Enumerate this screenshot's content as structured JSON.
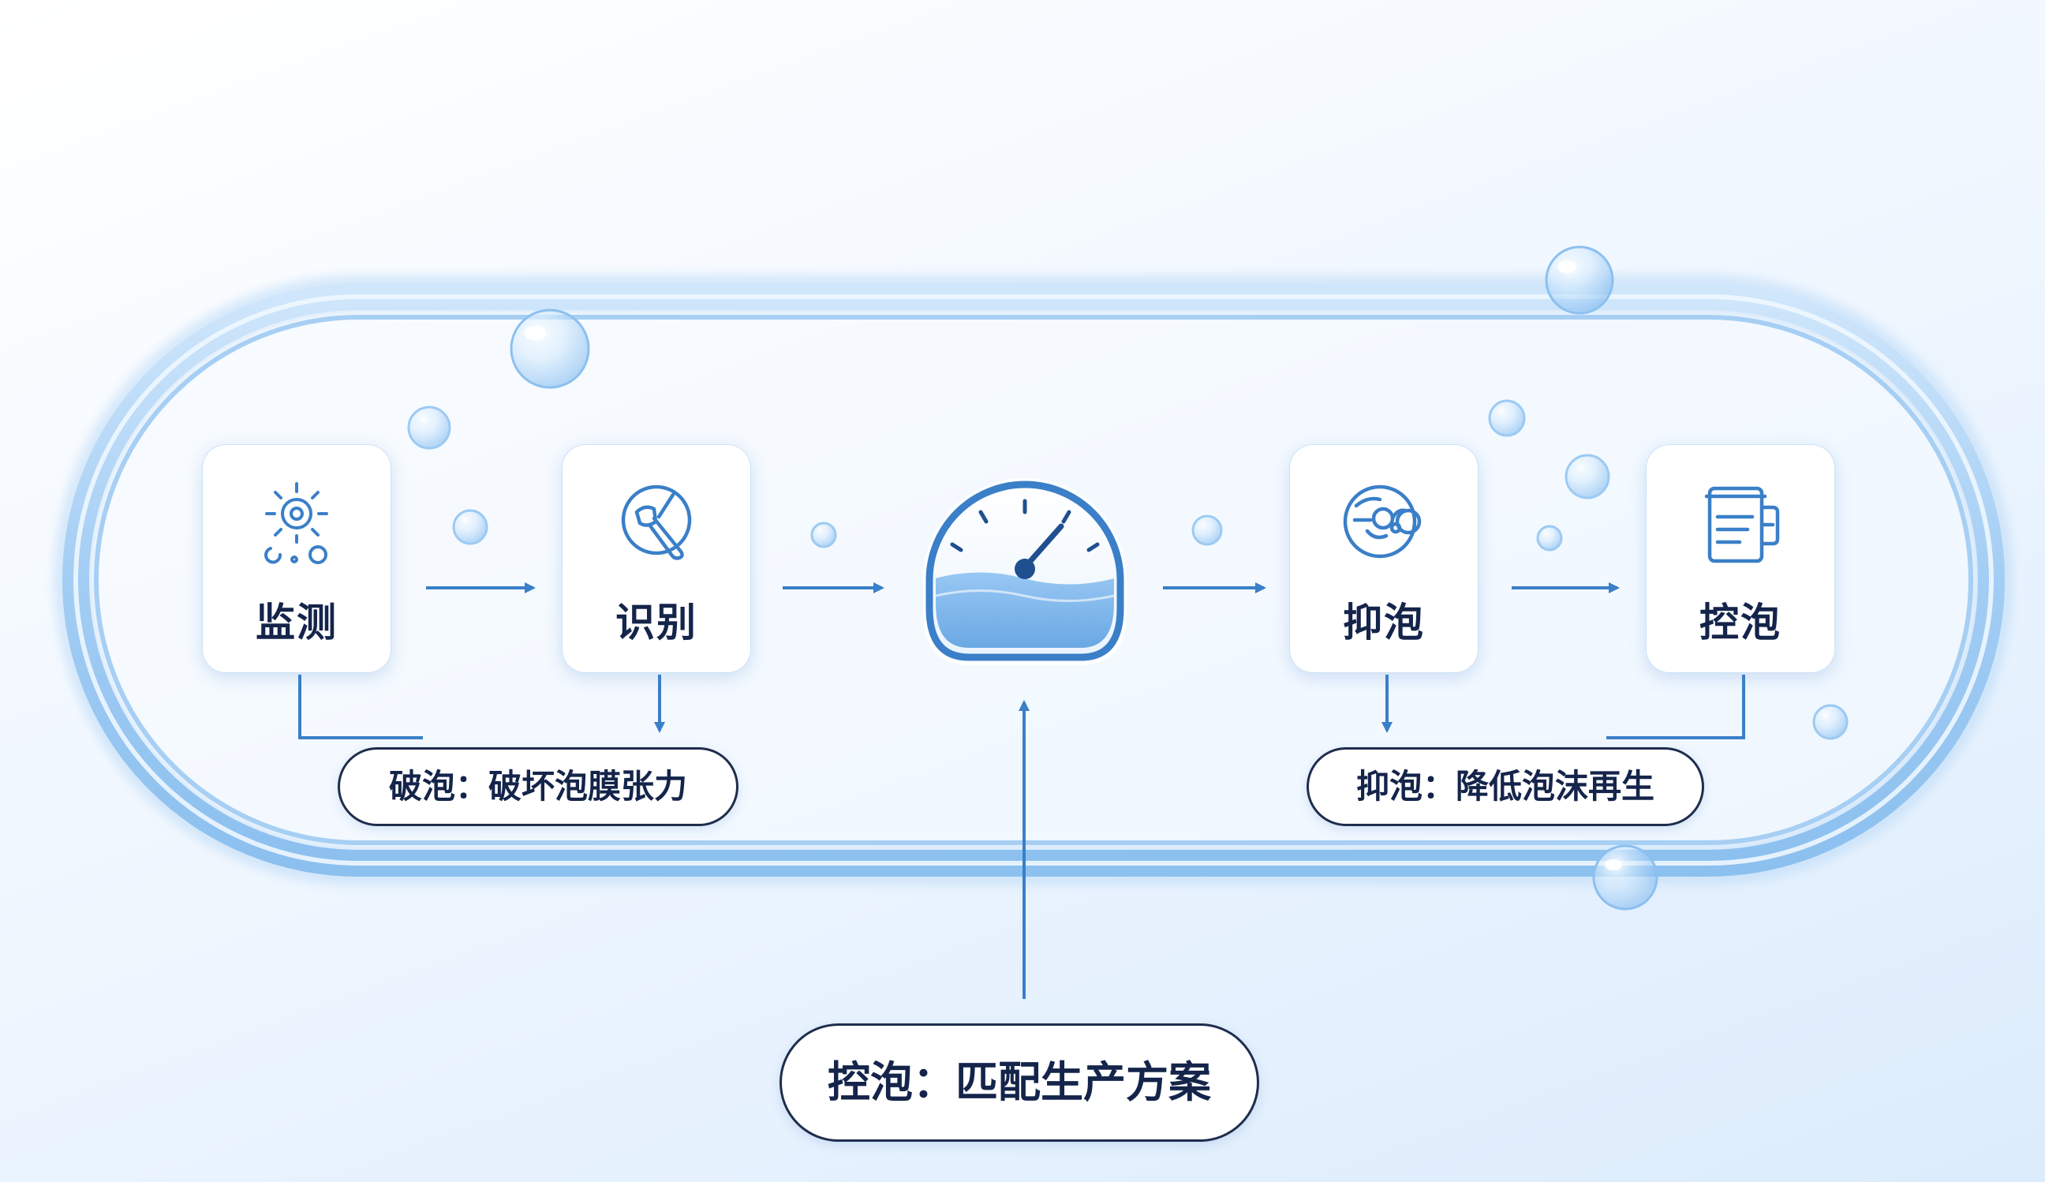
{
  "steps": [
    {
      "id": "monitor",
      "label": "监测",
      "icon": "sun-bubbles-icon"
    },
    {
      "id": "identify",
      "label": "识别",
      "icon": "magnifier-icon"
    },
    {
      "id": "suppress",
      "label": "抑泡",
      "icon": "bubble-loop-icon"
    },
    {
      "id": "control",
      "label": "控泡",
      "icon": "document-container-icon"
    }
  ],
  "center": {
    "icon": "gauge-icon"
  },
  "callouts": {
    "break_foam": "破泡：破坏泡膜张力",
    "suppress_foam": "抑泡：降低泡沫再生",
    "control_foam": "控泡：匹配生产方案"
  },
  "colors": {
    "accent": "#3a7fc8",
    "accent_light": "#8ec2f2",
    "text_dark": "#14244a",
    "track": "#a9d1f6"
  }
}
